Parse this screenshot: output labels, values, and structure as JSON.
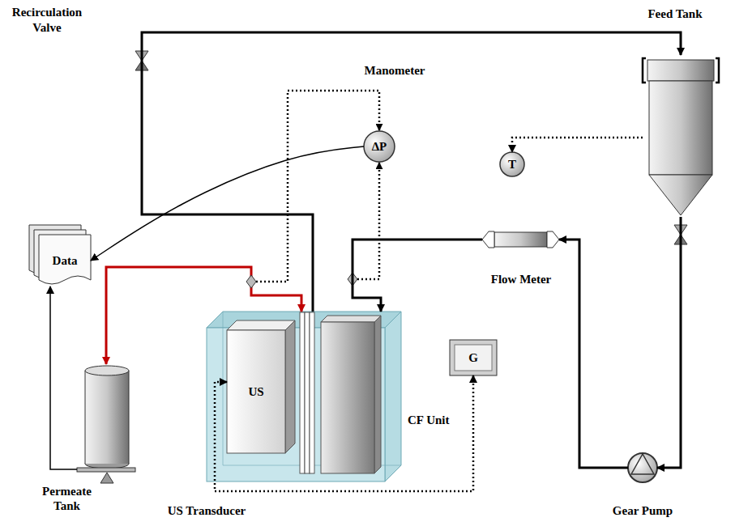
{
  "diagram": {
    "nodes": [
      {
        "text": [
          "Feed Tank"
        ]
      },
      {
        "text": [
          "T"
        ]
      },
      {
        "text": [
          "ΔP"
        ]
      },
      {
        "text": [
          "Data"
        ]
      },
      {
        "text": [
          "Flow Meter"
        ]
      },
      {
        "text": [
          "CF Unit"
        ]
      },
      {
        "text": [
          "US"
        ],
        "in": 5
      },
      {
        "text": [
          "G"
        ]
      },
      {
        "text": [
          "Gear Pump"
        ]
      },
      {
        "text": [
          "Permeate Tank"
        ]
      }
    ],
    "edges": [
      {
        "from": 0,
        "to": 1,
        "arrow": "to"
      },
      {
        "from": 0,
        "to": 8,
        "arrow": "to"
      },
      {
        "from": 8,
        "to": 4,
        "arrow": "to"
      },
      {
        "from": 4,
        "to": 5,
        "arrow": "to"
      },
      {
        "from": 5,
        "to": 0,
        "arrow": "to"
      },
      {
        "from": 5,
        "to": 9,
        "arrow": "both"
      },
      {
        "from": 2,
        "to": 3,
        "arrow": "to"
      },
      {
        "from": 9,
        "to": 3,
        "arrow": "to"
      },
      {
        "from": 6,
        "to": 7,
        "arrow": "both"
      }
    ],
    "labels": [
      "Recirculation Valve",
      "Manometer",
      "US Transducer"
    ]
  }
}
